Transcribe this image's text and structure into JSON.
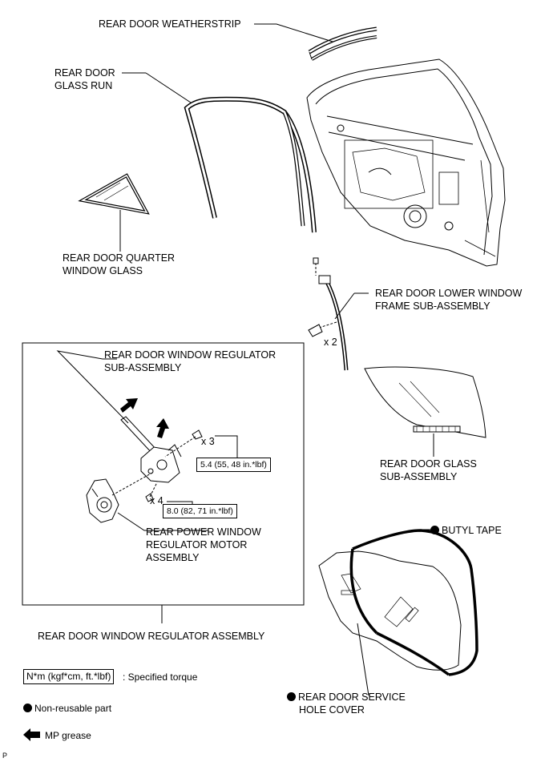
{
  "labels": {
    "weatherstrip": "REAR DOOR WEATHERSTRIP",
    "glass_run_1": "REAR DOOR",
    "glass_run_2": "GLASS RUN",
    "quarter_1": "REAR DOOR QUARTER",
    "quarter_2": "WINDOW GLASS",
    "lower_frame_1": "REAR DOOR LOWER WINDOW",
    "lower_frame_2": "FRAME SUB-ASSEMBLY",
    "lower_frame_qty": "x 2",
    "regulator_sub_1": "REAR DOOR WINDOW REGULATOR",
    "regulator_sub_2": "SUB-ASSEMBLY",
    "bolt_qty_3": "x 3",
    "bolt_qty_4": "x 4",
    "motor_1": "REAR POWER WINDOW",
    "motor_2": "REGULATOR MOTOR",
    "motor_3": "ASSEMBLY",
    "regulator_assembly": "REAR DOOR WINDOW REGULATOR ASSEMBLY",
    "glass_sub_1": "REAR DOOR GLASS",
    "glass_sub_2": "SUB-ASSEMBLY",
    "butyl_tape": "BUTYL TAPE",
    "service_cover_1": "REAR DOOR SERVICE",
    "service_cover_2": "HOLE COVER"
  },
  "torques": {
    "upper": "5.4 (55, 48 in.*lbf)",
    "lower": "8.0 (82, 71 in.*lbf)"
  },
  "legend": {
    "torque_box": "N*m (kgf*cm, ft.*lbf)",
    "torque_text": ": Specified torque",
    "nonreusable": "Non-reusable part",
    "grease": "MP grease"
  },
  "corner_mark": "P",
  "icons": {
    "nonreusable": "filled-circle-icon",
    "grease": "left-arrow-icon"
  }
}
